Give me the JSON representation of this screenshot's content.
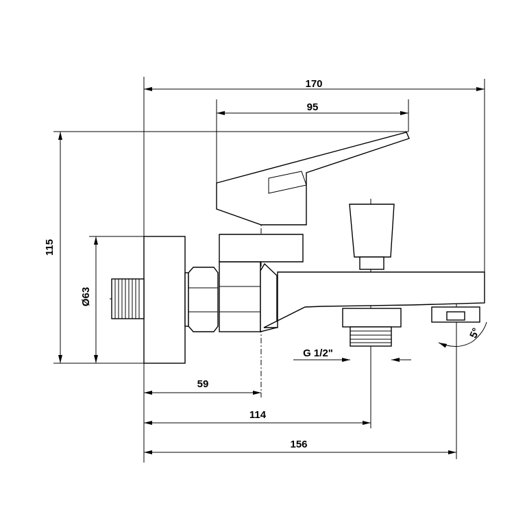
{
  "drawing": {
    "dimensions": {
      "overall_width": "170",
      "handle_width": "95",
      "height": "115",
      "plate_diameter": "Ø63",
      "inlet_to_axis": "59",
      "inlet_to_diverter": "114",
      "inlet_to_outlet": "156",
      "thread": "G 1/2\"",
      "spout_angle": "5°"
    }
  }
}
